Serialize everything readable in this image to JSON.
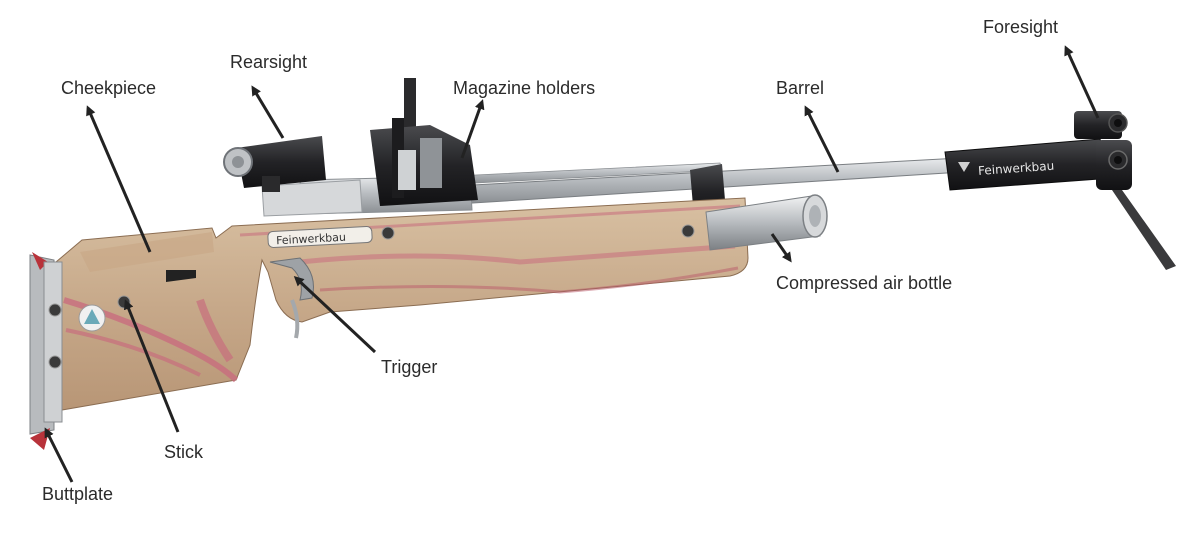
{
  "labels": {
    "rearsight": "Rearsight",
    "cheekpiece": "Cheekpiece",
    "magazine_holders": "Magazine holders",
    "barrel": "Barrel",
    "foresight": "Foresight",
    "compressed_air_bottle": "Compressed air bottle",
    "trigger": "Trigger",
    "stick": "Stick",
    "buttplate": "Buttplate"
  },
  "brand": {
    "stock_logo_text": "Feinwerkbau",
    "barrel_logo_text": "Feinwerkbau"
  },
  "colors": {
    "arrow": "#222222",
    "label_text": "#2b2b2b",
    "wood_light": "#c9ad8f",
    "wood_pink": "#c86d7e",
    "steel": "#bfc2c5",
    "black_parts": "#1e1e20",
    "buttplate_red": "#b8323a"
  }
}
